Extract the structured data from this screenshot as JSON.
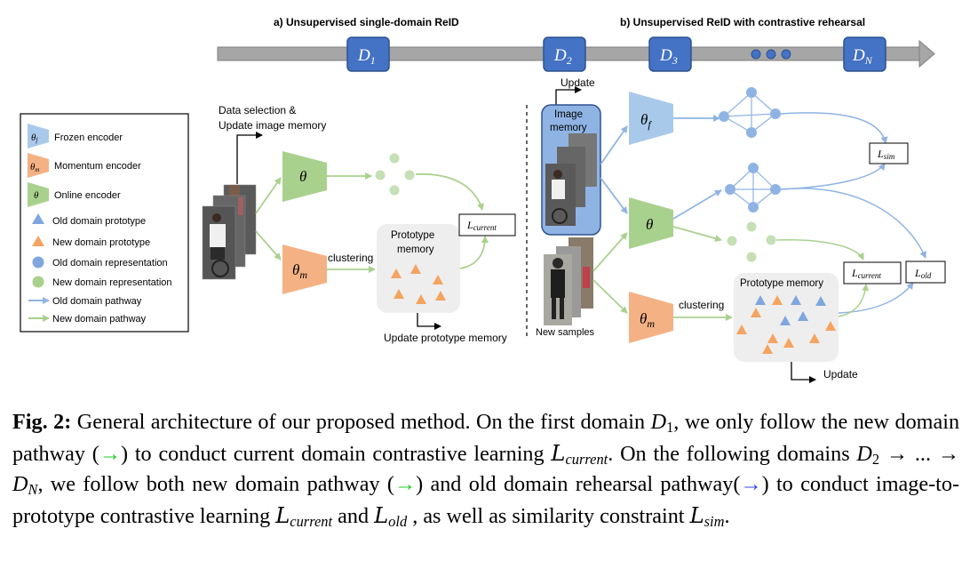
{
  "figure": {
    "section_a_title": "a) Unsupervised single-domain ReID",
    "section_b_title": "b) Unsupervised ReID with contrastive rehearsal",
    "domains": [
      "D1",
      "D2",
      "D3",
      "DN"
    ],
    "domain_labels": [
      {
        "main": "D",
        "sub": "1"
      },
      {
        "main": "D",
        "sub": "2"
      },
      {
        "main": "D",
        "sub": "3"
      },
      {
        "main": "D",
        "sub": "N"
      }
    ],
    "legend": {
      "frozen_encoder": {
        "symbol": "θf",
        "label": "Frozen encoder"
      },
      "momentum_encoder": {
        "symbol": "θm",
        "label": "Momentum encoder"
      },
      "online_encoder": {
        "symbol": "θ",
        "label": "Online encoder"
      },
      "old_prototype": "Old domain prototype",
      "new_prototype": "New domain prototype",
      "old_representation": "Old domain representation",
      "new_representation": "New domain representation",
      "old_pathway": "Old domain pathway",
      "new_pathway": "New domain pathway"
    },
    "left": {
      "data_selection_line1": "Data selection &",
      "data_selection_line2": "Update image memory",
      "online_symbol": "θ",
      "momentum_symbol": "θm",
      "clustering": "clustering",
      "prototype_memory_line1": "Prototype",
      "prototype_memory_line2": "memory",
      "loss_current": "Lcurrent",
      "update_prototype_memory": "Update prototype memory"
    },
    "right": {
      "update": "Update",
      "image_memory_line1": "Image",
      "image_memory_line2": "memory",
      "frozen_symbol": "θf",
      "online_symbol": "θ",
      "momentum_symbol": "θm",
      "new_samples": "New samples",
      "clustering": "clustering",
      "prototype_memory": "Prototype memory",
      "update_bottom": "Update",
      "loss_sim": "Lsim",
      "loss_current": "Lcurrent",
      "loss_old": "Lold"
    },
    "colors": {
      "blue_box": "#4472c4",
      "frozen": "#a9c9ea",
      "momentum": "#f4b183",
      "online": "#a9d18e",
      "old_blue": "#7fa7dd",
      "new_green": "#a9d18e",
      "new_orange": "#f4a460",
      "timeline": "#a6a6a6",
      "memory_bg": "#eeeeee"
    }
  },
  "caption": {
    "fig_label": "Fig. 2:",
    "line1_text": "General architecture of our proposed method. On the first domain ",
    "line1_domain": "D",
    "line1_domain_sub": "1",
    "line1_tail": ", we only",
    "line2": "follow the new domain pathway (",
    "arrow": "→",
    "line2_tail": ") to conduct current domain contrastive learning",
    "l_current_main": "L",
    "l_current_sub": "current",
    "line3": ". On the following domains ",
    "line3_d2": "D",
    "line3_d2_sub": "2",
    "line3_mid": " → ... → ",
    "line3_dn": "D",
    "line3_dn_sub": "N",
    "line3_tail": ", we follow both new domain",
    "line4_a": "pathway (",
    "line4_b": ") and old domain rehearsal pathway(",
    "line4_c": ") to conduct image-to-prototype",
    "line5_a": "contrastive learning ",
    "line5_b": " and ",
    "l_old_sub": "old",
    "line5_c": " , as well as similarity constraint ",
    "l_sim_sub": "sim",
    "line5_end": "."
  }
}
